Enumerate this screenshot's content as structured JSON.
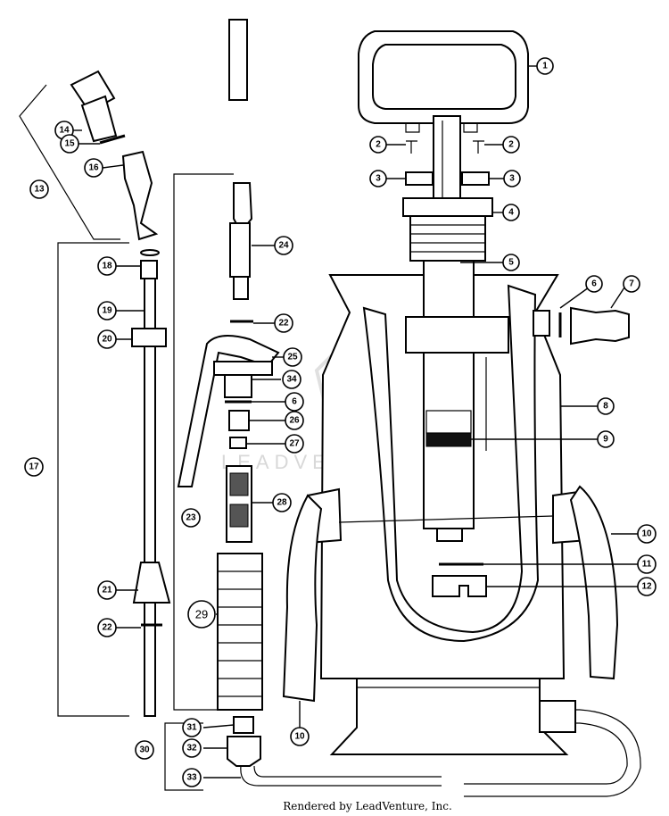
{
  "footer_text": "Rendered by LeadVenture, Inc.",
  "watermark_text": "LEADVENTURE",
  "callouts": [
    {
      "label": "1"
    },
    {
      "label": "2"
    },
    {
      "label": "2"
    },
    {
      "label": "3"
    },
    {
      "label": "3"
    },
    {
      "label": "4"
    },
    {
      "label": "5"
    },
    {
      "label": "6"
    },
    {
      "label": "7"
    },
    {
      "label": "8"
    },
    {
      "label": "9"
    },
    {
      "label": "10"
    },
    {
      "label": "11"
    },
    {
      "label": "12"
    },
    {
      "label": "10"
    },
    {
      "label": "13"
    },
    {
      "label": "14"
    },
    {
      "label": "15"
    },
    {
      "label": "16"
    },
    {
      "label": "17"
    },
    {
      "label": "18"
    },
    {
      "label": "19"
    },
    {
      "label": "20"
    },
    {
      "label": "21"
    },
    {
      "label": "22"
    },
    {
      "label": "22"
    },
    {
      "label": "23"
    },
    {
      "label": "24"
    },
    {
      "label": "25"
    },
    {
      "label": "34"
    },
    {
      "label": "6"
    },
    {
      "label": "26"
    },
    {
      "label": "27"
    },
    {
      "label": "28"
    },
    {
      "label": "29"
    },
    {
      "label": "30"
    },
    {
      "label": "31"
    },
    {
      "label": "32"
    },
    {
      "label": "33"
    }
  ]
}
